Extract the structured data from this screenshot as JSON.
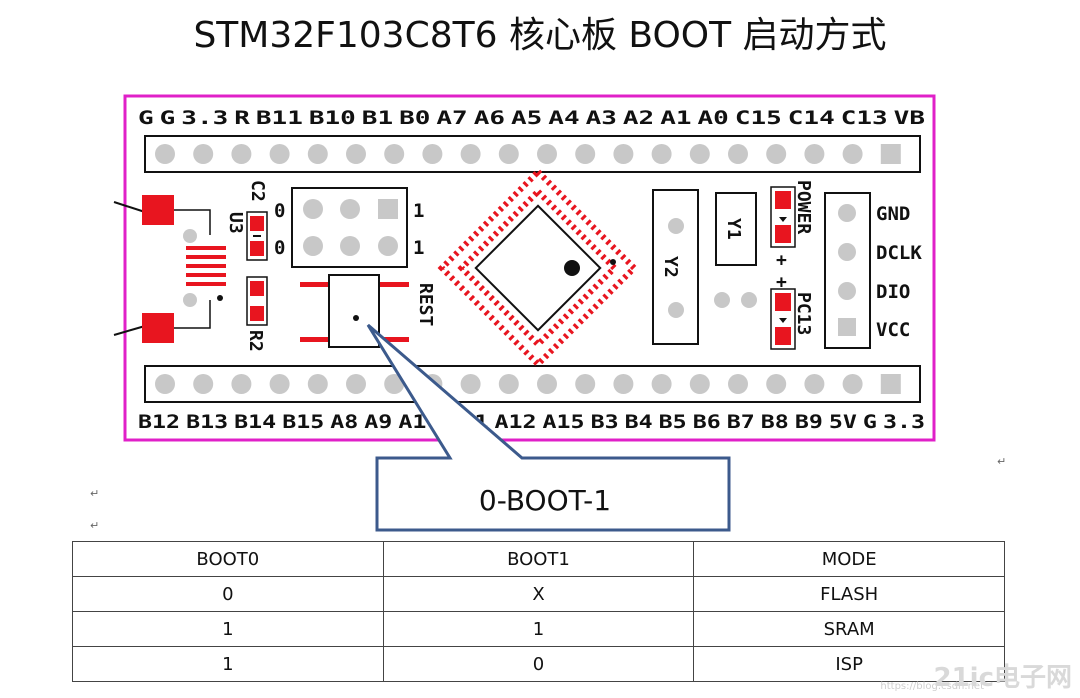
{
  "title": "STM32F103C8T6 核心板 BOOT 启动方式",
  "top_pins": [
    "G",
    "G",
    "3.3",
    "R",
    "B11",
    "B10",
    "B1",
    "B0",
    "A7",
    "A6",
    "A5",
    "A4",
    "A3",
    "A2",
    "A1",
    "A0",
    "C15",
    "C14",
    "C13",
    "VB"
  ],
  "bottom_pins": [
    "B12",
    "B13",
    "B14",
    "B15",
    "A8",
    "A9",
    "A10",
    "A11",
    "A12",
    "A15",
    "B3",
    "B4",
    "B5",
    "B6",
    "B7",
    "B8",
    "B9",
    "5V",
    "G",
    "3.3"
  ],
  "right_header": [
    "GND",
    "DCLK",
    "DIO",
    "VCC"
  ],
  "components": {
    "u3": "U3",
    "c2": "C2",
    "r2": "R2",
    "rest": "REST",
    "y1": "Y1",
    "y2": "Y2",
    "power": "POWER",
    "pc13": "PC13",
    "plus": "+"
  },
  "boot_jumper": {
    "left": [
      "0",
      "0"
    ],
    "right": [
      "1",
      "1"
    ]
  },
  "callout": "0-BOOT-1",
  "table": {
    "rows": [
      [
        "BOOT0",
        "BOOT1",
        "MODE"
      ],
      [
        "0",
        "X",
        "FLASH"
      ],
      [
        "1",
        "1",
        "SRAM"
      ],
      [
        "1",
        "0",
        "ISP"
      ]
    ]
  },
  "watermark": "21ic电子网",
  "watermark_sub": "https://blog.csdn.net",
  "colors": {
    "board_outline": "#e020c8",
    "pad_red": "#e8151f",
    "header_gray": "#c8c8c8",
    "callout_border": "#3c5a8c"
  }
}
